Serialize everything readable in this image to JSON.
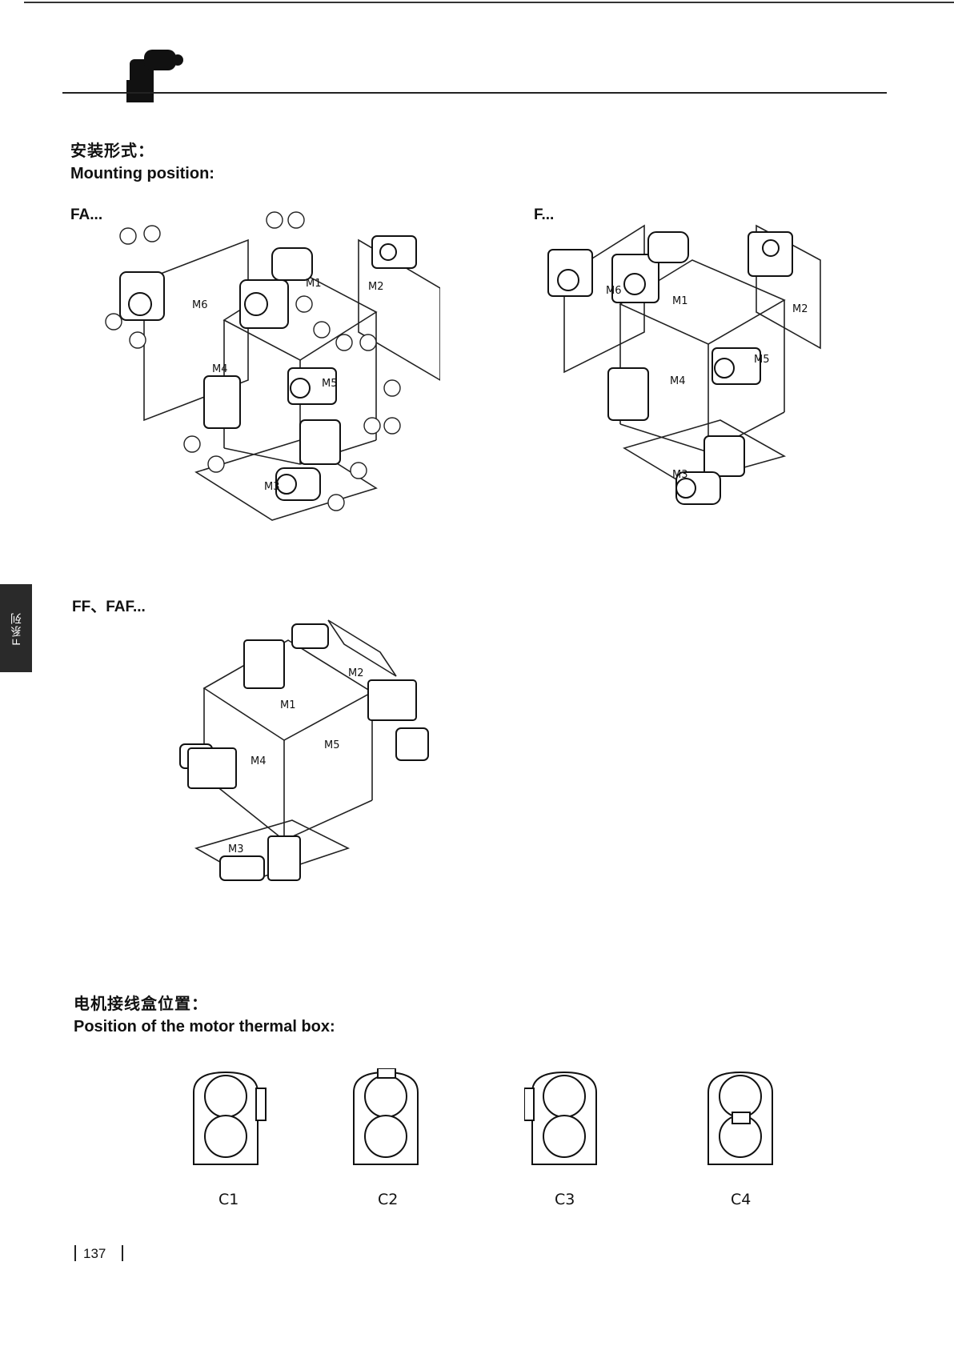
{
  "section1": {
    "title_cn": "安装形式：",
    "title_en": "Mounting position:"
  },
  "diagram_fa": {
    "label": "FA...",
    "positions": [
      "M1",
      "M2",
      "M3",
      "M4",
      "M5",
      "M6"
    ]
  },
  "diagram_f": {
    "label": "F...",
    "positions": [
      "M1",
      "M2",
      "M3",
      "M4",
      "M5",
      "M6"
    ]
  },
  "diagram_ff": {
    "label": "FF、FAF...",
    "positions": [
      "M1",
      "M2",
      "M3",
      "M4",
      "M5"
    ]
  },
  "section2": {
    "title_cn": "电机接线盒位置：",
    "title_en": "Position of the motor thermal box:"
  },
  "thermal_box": {
    "captions": [
      "C1",
      "C2",
      "C3",
      "C4"
    ]
  },
  "side_tab": {
    "label": "F系列"
  },
  "footer": {
    "page_number": "137"
  }
}
